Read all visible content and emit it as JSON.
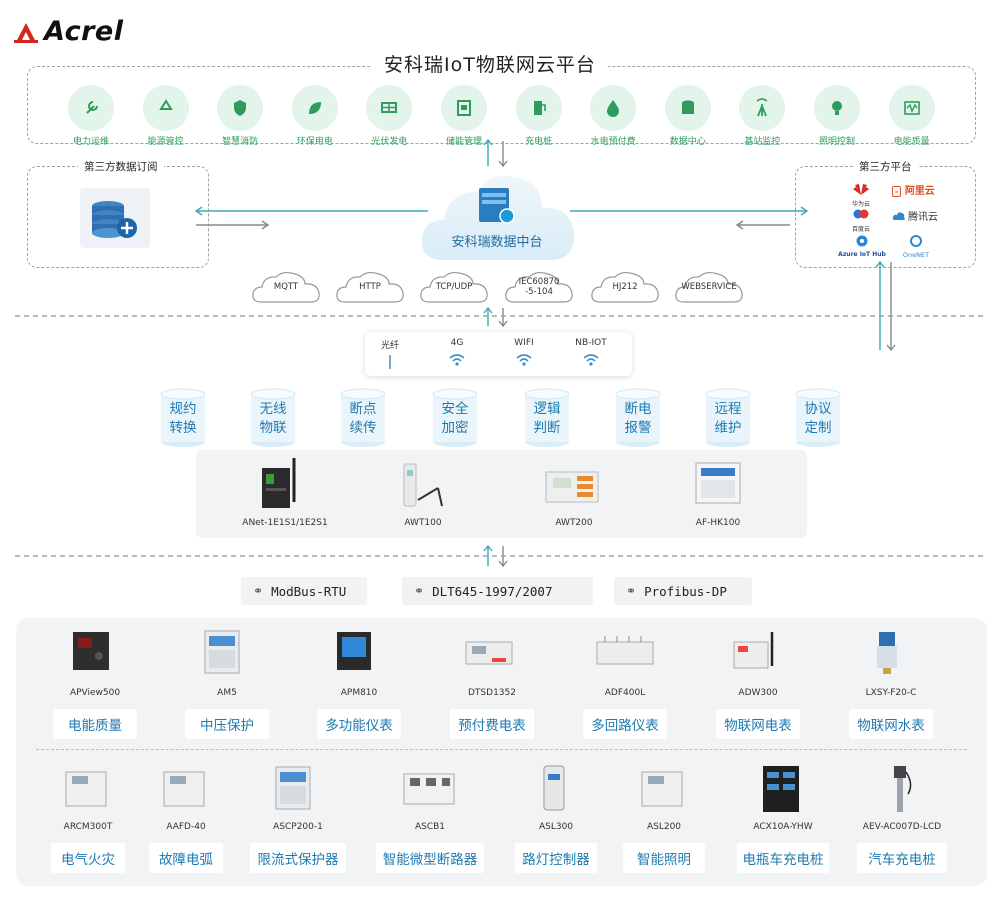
{
  "logo": {
    "text": "Acrel"
  },
  "platform": {
    "title": "安科瑞IoT物联网云平台",
    "apps": [
      {
        "label": "电力运维",
        "icon": "wrench-icon"
      },
      {
        "label": "能源管控",
        "icon": "recycle-icon"
      },
      {
        "label": "智慧消防",
        "icon": "fire-shield-icon"
      },
      {
        "label": "环保用电",
        "icon": "leaf-icon"
      },
      {
        "label": "光伏发电",
        "icon": "solar-panel-icon"
      },
      {
        "label": "储能管理",
        "icon": "battery-cabinet-icon"
      },
      {
        "label": "充电桩",
        "icon": "ev-charger-icon"
      },
      {
        "label": "水电预付费",
        "icon": "water-drop-icon"
      },
      {
        "label": "数据中心",
        "icon": "database-icon"
      },
      {
        "label": "基站监控",
        "icon": "antenna-icon"
      },
      {
        "label": "照明控制",
        "icon": "bulb-icon"
      },
      {
        "label": "电能质量",
        "icon": "waveform-icon"
      }
    ]
  },
  "third_party_sub": {
    "title": "第三方数据订阅"
  },
  "third_party_platform": {
    "title": "第三方平台",
    "logos": [
      "华为云",
      "阿里云",
      "百度云",
      "腾讯云",
      "Azure IoT Hub",
      "OneNET"
    ]
  },
  "data_center": {
    "label": "安科瑞数据中台"
  },
  "protocols": [
    "MQTT",
    "HTTP",
    "TCP/UDP",
    "IEC60870\n-5-104",
    "HJ212",
    "WEBSERVICE"
  ],
  "comm": [
    "光纤",
    "4G",
    "WIFI",
    "NB-IOT"
  ],
  "features": [
    "规约\n转换",
    "无线\n物联",
    "断点\n续传",
    "安全\n加密",
    "逻辑\n判断",
    "断电\n报警",
    "远程\n维护",
    "协议\n定制"
  ],
  "gateways": [
    "ANet-1E1S1/1E2S1",
    "AWT100",
    "AWT200",
    "AF-HK100"
  ],
  "bus_protocols": [
    "ModBus-RTU",
    "DLT645-1997/2007",
    "Profibus-DP"
  ],
  "devices_row1": [
    {
      "model": "APView500",
      "category": "电能质量"
    },
    {
      "model": "AM5",
      "category": "中压保护"
    },
    {
      "model": "APM810",
      "category": "多功能仪表"
    },
    {
      "model": "DTSD1352",
      "category": "预付费电表"
    },
    {
      "model": "ADF400L",
      "category": "多回路仪表"
    },
    {
      "model": "ADW300",
      "category": "物联网电表"
    },
    {
      "model": "LXSY-F20-C",
      "category": "物联网水表"
    }
  ],
  "devices_row2": [
    {
      "model": "ARCM300T",
      "category": "电气火灾"
    },
    {
      "model": "AAFD-40",
      "category": "故障电弧"
    },
    {
      "model": "ASCP200-1",
      "category": "限流式保护器"
    },
    {
      "model": "ASCB1",
      "category": "智能微型断路器"
    },
    {
      "model": "ASL300",
      "category": "路灯控制器"
    },
    {
      "model": "ASL200",
      "category": "智能照明"
    },
    {
      "model": "ACX10A-YHW",
      "category": "电瓶车充电桩"
    },
    {
      "model": "AEV-AC007D-LCD",
      "category": "汽车充电桩"
    }
  ],
  "colors": {
    "accent_blue": "#1d7ab0",
    "accent_green": "#2f9c5d",
    "arrow_teal": "#3fa7b8",
    "arrow_gray": "#888888",
    "logo_red": "#d7261e"
  }
}
